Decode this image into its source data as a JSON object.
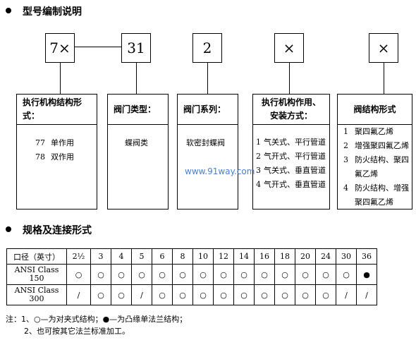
{
  "section1": {
    "title": "型号编制说明"
  },
  "codes": [
    "7×",
    "31",
    "2",
    "×",
    "×"
  ],
  "columns": [
    {
      "header": "执行机构结构形式：",
      "rows": [
        {
          "num": "77",
          "text": "单作用"
        },
        {
          "num": "78",
          "text": "双作用"
        }
      ]
    },
    {
      "header": "阀门类型：",
      "rows": [
        {
          "num": "",
          "text": "蝶阀类"
        }
      ]
    },
    {
      "header": "阀门系列：",
      "rows": [
        {
          "num": "",
          "text": "软密封蝶阀"
        }
      ]
    },
    {
      "header": "执行机构作用、安装方式：",
      "rows": [
        {
          "num": "1",
          "text": "气关式、平行管道"
        },
        {
          "num": "2",
          "text": "气开式、平行管道"
        },
        {
          "num": "3",
          "text": "气关式、垂直管道"
        },
        {
          "num": "4",
          "text": "气开式、垂直管道"
        }
      ]
    },
    {
      "header": "阀结构形式",
      "rows": [
        {
          "num": "1",
          "text": "聚四氟乙烯"
        },
        {
          "num": "2",
          "text": "增强聚四氟乙烯"
        },
        {
          "num": "3",
          "text": "防火结构、聚四"
        },
        {
          "num": "",
          "text": "氟乙烯"
        },
        {
          "num": "4",
          "text": "防火结构、增强"
        },
        {
          "num": "",
          "text": "聚四氟乙烯"
        }
      ]
    }
  ],
  "watermark": "www.91way.com",
  "section2": {
    "title": "规格及连接形式"
  },
  "spec_table": {
    "header_label": "口径（英寸）",
    "sizes": [
      "2½",
      "3",
      "4",
      "5",
      "6",
      "8",
      "10",
      "12",
      "14",
      "16",
      "18",
      "20",
      "24",
      "30",
      "36"
    ],
    "rows": [
      {
        "label_line1": "ANSI Class",
        "label_line2": "150",
        "cells": [
          "○",
          "○",
          "○",
          "○",
          "○",
          "○",
          "○",
          "○",
          "○",
          "○",
          "○",
          "○",
          "○",
          "○",
          "●"
        ]
      },
      {
        "label_line1": "ANSI Class",
        "label_line2": "300",
        "cells": [
          "/",
          "○",
          "○",
          "/",
          "○",
          "○",
          "○",
          "○",
          "○",
          "○",
          "○",
          "○",
          "○",
          "/",
          "/"
        ]
      }
    ]
  },
  "notes": {
    "line1": "注：1、○—为对夹式结构；●—为凸缘单法兰结构；",
    "line2": "2、也可按其它法兰标准加工。"
  }
}
